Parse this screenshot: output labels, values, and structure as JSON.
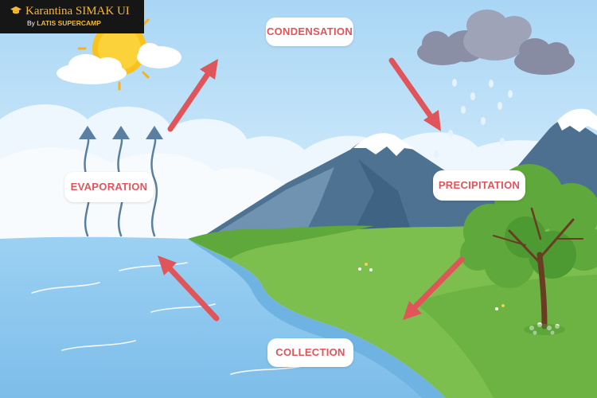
{
  "badge": {
    "title": "Karantina SIMAK UI",
    "by": "By",
    "brand": "LATIS SUPERCAMP"
  },
  "stages": {
    "condensation": "CONDENSATION",
    "evaporation": "EVAPORATION",
    "precipitation": "PRECIPITATION",
    "collection": "COLLECTION"
  },
  "colors": {
    "label_text": "#e0545a",
    "arrow": "#e05559",
    "sky": "#bfe1f7",
    "water": "#86c4ee",
    "grass": "#7cbf4e",
    "mountain": "#4e7392",
    "badge_text": "#f5b82e"
  }
}
